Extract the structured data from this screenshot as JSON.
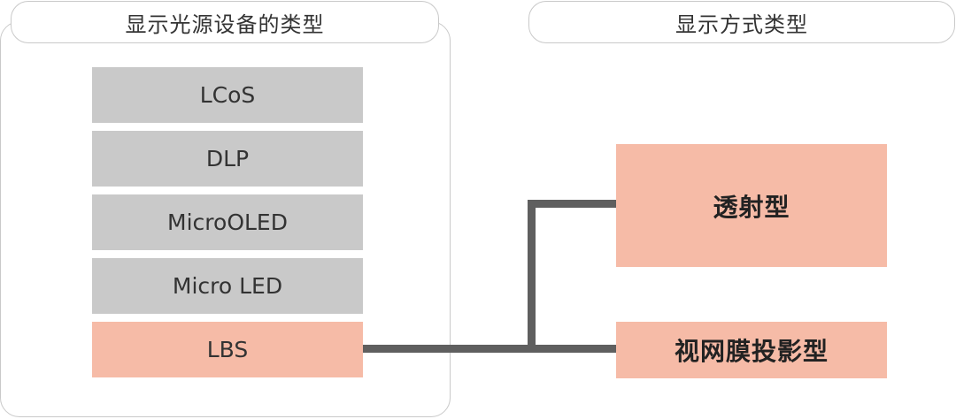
{
  "headers": {
    "light_source_types": "显示光源设备的类型",
    "display_method_types": "显示方式类型"
  },
  "light_sources": [
    "LCoS",
    "DLP",
    "MicroOLED",
    "Micro LED",
    "LBS"
  ],
  "highlighted_source": "LBS",
  "display_methods": [
    "透射型",
    "视网膜投影型"
  ],
  "colors": {
    "neutral_box": "#c9c9c9",
    "highlight_box": "#f6bba7",
    "connector": "#5f5f5f",
    "border": "#c9c9c9"
  }
}
